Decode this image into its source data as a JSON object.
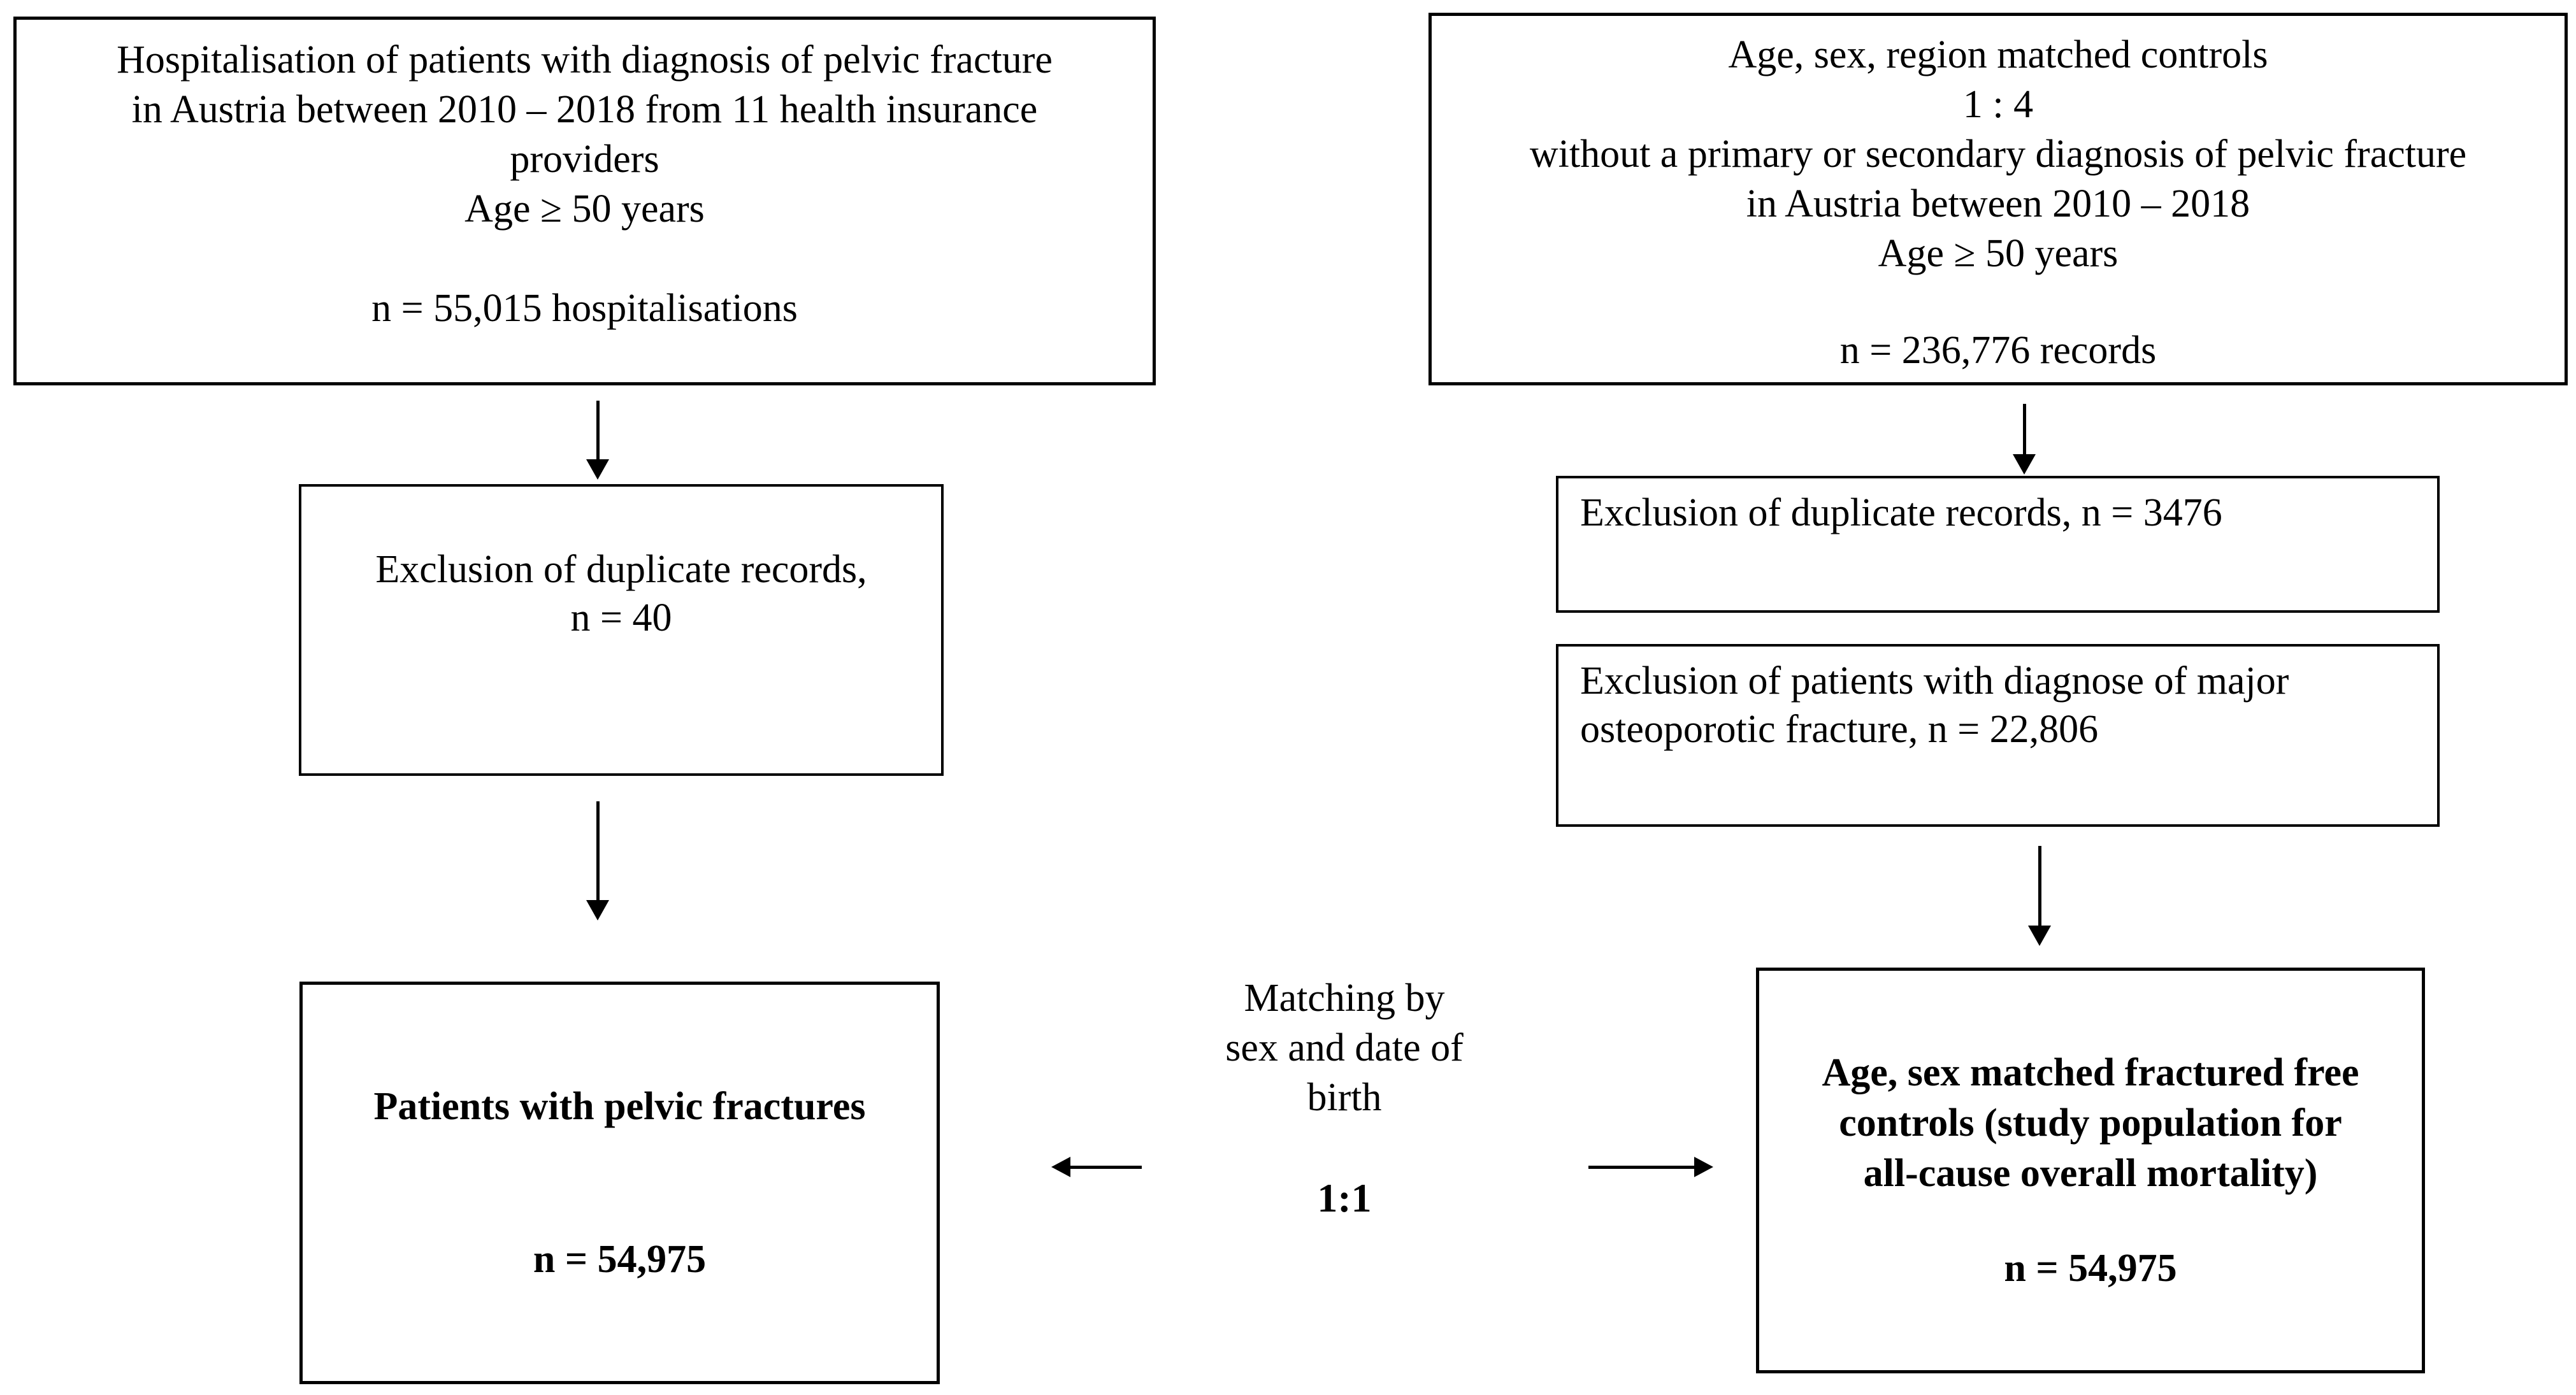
{
  "boxes": {
    "left_top": {
      "lines": [
        "Hospitalisation of patients with diagnosis of pelvic fracture",
        "in Austria between 2010 – 2018 from 11 health insurance",
        "providers",
        "Age ≥ 50 years"
      ],
      "n_line": "n = 55,015 hospitalisations"
    },
    "left_exclusion": {
      "lines": [
        "Exclusion of duplicate records,",
        "n = 40"
      ]
    },
    "left_bottom": {
      "title": "Patients with pelvic fractures",
      "n_line": "n = 54,975"
    },
    "right_top": {
      "lines": [
        "Age, sex, region matched controls",
        "1 : 4",
        "without a primary or secondary diagnosis of pelvic fracture",
        "in Austria between 2010 – 2018",
        "Age ≥ 50 years"
      ],
      "n_line": "n = 236,776 records"
    },
    "right_exclusion_1": {
      "lines": [
        "Exclusion of duplicate records, n = 3476"
      ]
    },
    "right_exclusion_2": {
      "lines": [
        "Exclusion of patients with diagnose of major",
        "osteoporotic fracture, n = 22,806"
      ]
    },
    "right_bottom": {
      "lines": [
        "Age, sex matched fractured free",
        "controls (study population for",
        "all-cause overall mortality)"
      ],
      "n_line": "n = 54,975"
    }
  },
  "center": {
    "matching_lines": [
      "Matching by",
      "sex and date of",
      "birth"
    ],
    "ratio": "1:1"
  },
  "colors": {
    "border": "#000000",
    "background": "#ffffff",
    "text": "#000000"
  }
}
